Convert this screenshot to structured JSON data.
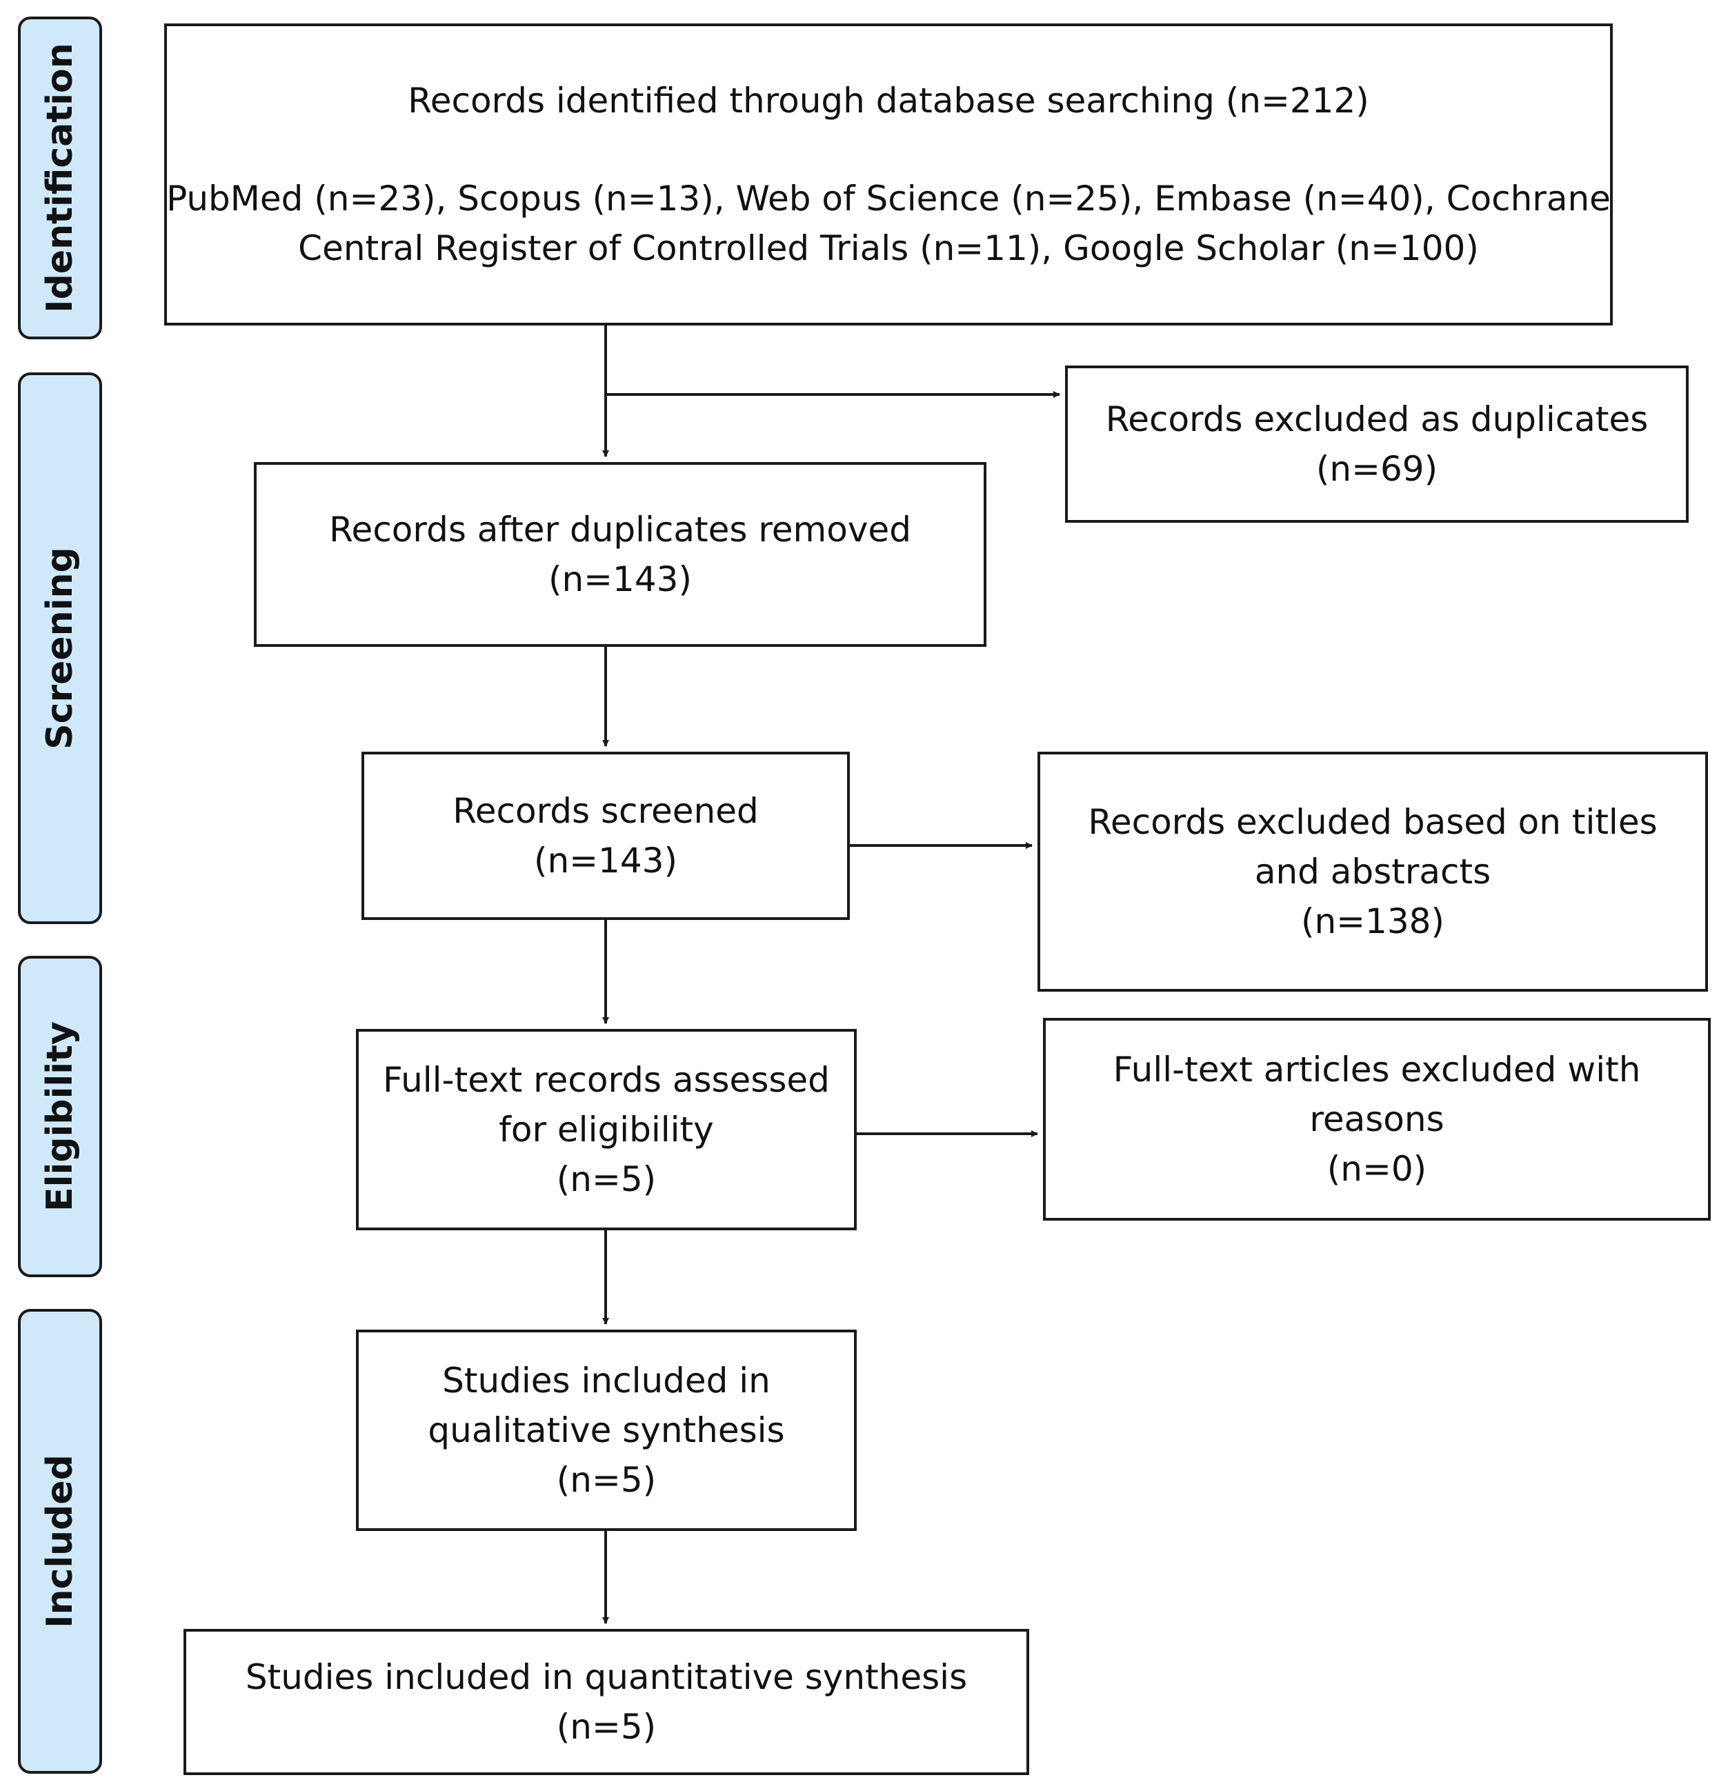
{
  "phases": {
    "identification": "Identification",
    "screening": "Screening",
    "eligibility": "Eligibility",
    "included": "Included"
  },
  "boxes": {
    "identified": {
      "title": "Records identified through database searching (n=212)",
      "sources_line1": "PubMed (n=23), Scopus (n=13), Web of Science (n=25), Embase (n=40), Cochrane",
      "sources_line2": "Central Register of Controlled Trials (n=11), Google Scholar (n=100)"
    },
    "duplicates_excluded": {
      "line1": "Records excluded as duplicates",
      "count": "(n=69)"
    },
    "after_duplicates": {
      "line1": "Records after duplicates removed",
      "count": "(n=143)"
    },
    "screened": {
      "line1": "Records screened",
      "count": "(n=143)"
    },
    "excluded_titles": {
      "line1": "Records excluded based on titles",
      "line2": "and abstracts",
      "count": "(n=138)"
    },
    "fulltext_assessed": {
      "line1": "Full-text records assessed",
      "line2": "for eligibility",
      "count": "(n=5)"
    },
    "fulltext_excluded": {
      "line1": "Full-text articles excluded with",
      "line2": "reasons",
      "count": "(n=0)"
    },
    "qualitative": {
      "line1": "Studies included in",
      "line2": "qualitative synthesis",
      "count": "(n=5)"
    },
    "quantitative": {
      "line1": "Studies included in quantitative synthesis",
      "count": "(n=5)"
    }
  }
}
